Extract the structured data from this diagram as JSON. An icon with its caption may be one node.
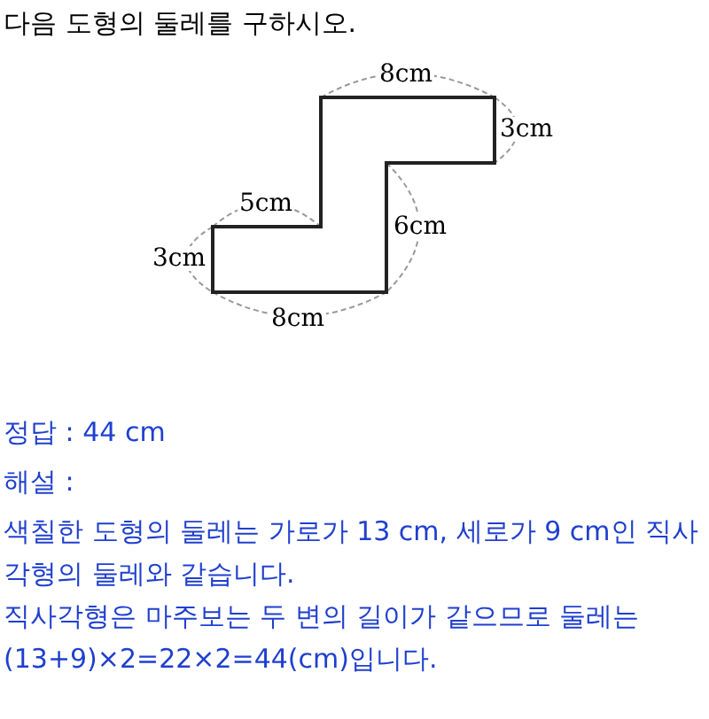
{
  "diagram": {
    "title": "다음 도형의 둘레를 구하시오.",
    "labels": [
      "8cm",
      "3cm",
      "5cm",
      "6cm",
      "3cm",
      "8cm",
      "정답 : 44 cm",
      "해설 :",
      "색칠한 도형의 둘레는 가로가 13 cm, 세로가 9 cm인 직사각형의 둘레와 같습니다.",
      "직사각형은 마주보는 두 변의 길이가 같으므로 둘레는 (13+9)×2=22×2=44(cm)입니다."
    ]
  }
}
